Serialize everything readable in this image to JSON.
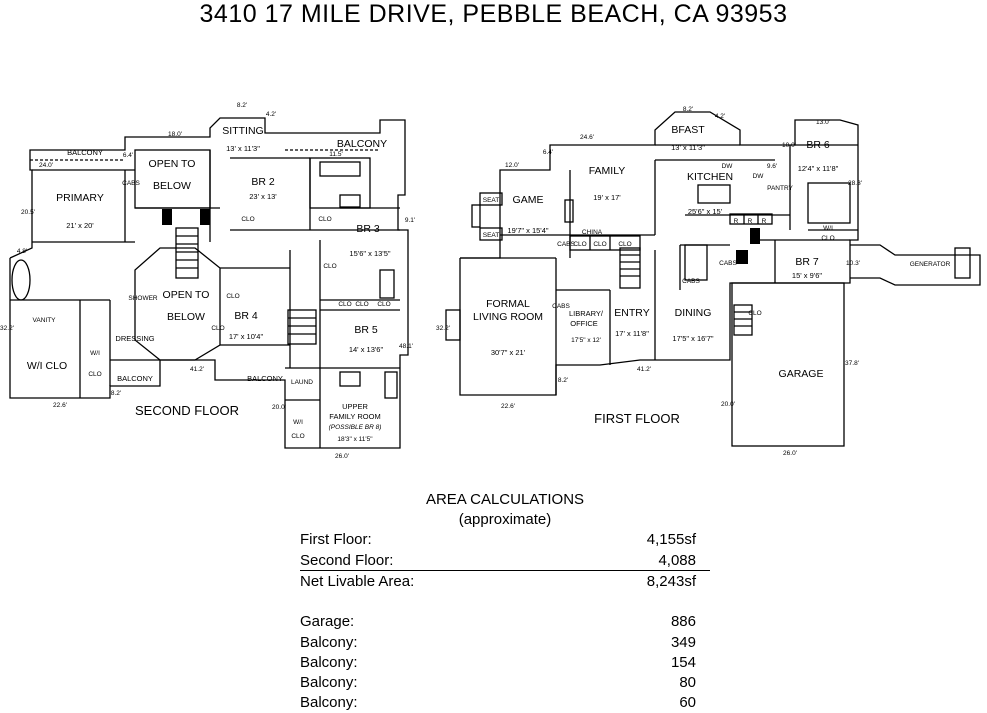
{
  "title": "3410 17 MILE DRIVE, PEBBLE BEACH, CA  93953",
  "second_floor": {
    "label": "SECOND FLOOR",
    "rooms": [
      {
        "name": "PRIMARY",
        "dims": "21' x 20'"
      },
      {
        "name": "OPEN TO",
        "name2": "BELOW"
      },
      {
        "name": "SITTING",
        "dims": "13' x 11'3\""
      },
      {
        "name": "BR 2",
        "dims": "23' x 13'"
      },
      {
        "name": "BALCONY"
      },
      {
        "name": "BR 3",
        "dims": "15'6\" x 13'5\""
      },
      {
        "name": "OPEN TO",
        "name2": "BELOW"
      },
      {
        "name": "BR 4",
        "dims": "17' x 10'4\""
      },
      {
        "name": "BR 5",
        "dims": "14' x 13'6\""
      },
      {
        "name": "W/I CLO"
      },
      {
        "name": "DRESSING"
      },
      {
        "name": "UPPER",
        "name2": "FAMILY ROOM",
        "note": "(POSSIBLE BR 8)",
        "dims": "18'3\" x 11'5\""
      }
    ],
    "small": [
      "BALCONY",
      "BALCONY",
      "BALCONY",
      "CLO",
      "CLO",
      "CLO",
      "CLO",
      "CLO",
      "CLO",
      "CLO",
      "CLO",
      "LAUND",
      "W/I",
      "CLO",
      "W/I",
      "CLO",
      "SHOWER",
      "VANITY",
      "CABS"
    ],
    "measures": [
      "8.2'",
      "4.2'",
      "18.0'",
      "11.5'",
      "24.0'",
      "6.4'",
      "20.5'",
      "4.8'",
      "9.1'",
      "32.2'",
      "41.2'",
      "8.2'",
      "22.6'",
      "48.1'",
      "20.0'",
      "26.0'"
    ]
  },
  "first_floor": {
    "label": "FIRST FLOOR",
    "rooms": [
      {
        "name": "GAME",
        "dims": "19'7\" x 15'4\""
      },
      {
        "name": "FAMILY",
        "dims": "19' x 17'"
      },
      {
        "name": "BFAST",
        "dims": "13' x 11'3\""
      },
      {
        "name": "KITCHEN",
        "dims": "25'6\" x 15'"
      },
      {
        "name": "BR 6",
        "dims": "12'4\" x 11'8\""
      },
      {
        "name": "FORMAL",
        "name2": "LIVING ROOM",
        "dims": "30'7\" x 21'"
      },
      {
        "name": "LIBRARY/",
        "name2": "OFFICE",
        "dims": "17'5\" x 12'"
      },
      {
        "name": "ENTRY",
        "dims": "17' x 11'8\""
      },
      {
        "name": "DINING",
        "dims": "17'5\" x 16'7\""
      },
      {
        "name": "BR 7",
        "dims": "15' x 9'6\""
      },
      {
        "name": "GARAGE"
      },
      {
        "name": "GENERATOR"
      }
    ],
    "small": [
      "SEAT",
      "SEAT",
      "CLO",
      "CLO",
      "CLO",
      "CHINA",
      "CABS",
      "CABS",
      "CABS",
      "CABS",
      "PANTRY",
      "W/I",
      "CLO",
      "CLO",
      "R",
      "R",
      "R",
      "DW",
      "DW"
    ],
    "measures": [
      "24.6'",
      "8.2'",
      "4.2'",
      "13.0'",
      "12.0'",
      "6.4'",
      "9.6'",
      "10.0'",
      "28.3'",
      "32.2'",
      "22.6'",
      "8.2'",
      "41.2'",
      "10.3'",
      "37.8'",
      "20.0'",
      "26.0'"
    ]
  },
  "area": {
    "heading": "AREA CALCULATIONS",
    "subheading": "(approximate)",
    "rows": [
      {
        "label": "First  Floor:",
        "value": "4,155sf"
      },
      {
        "label": "Second Floor:",
        "value": "4,088"
      },
      {
        "label": "Net Livable Area:",
        "value": "8,243sf"
      },
      {
        "label": "Garage:",
        "value": "886"
      },
      {
        "label": "Balcony:",
        "value": "349"
      },
      {
        "label": "Balcony:",
        "value": "154"
      },
      {
        "label": "Balcony:",
        "value": "80"
      },
      {
        "label": "Balcony:",
        "value": "60"
      }
    ]
  }
}
